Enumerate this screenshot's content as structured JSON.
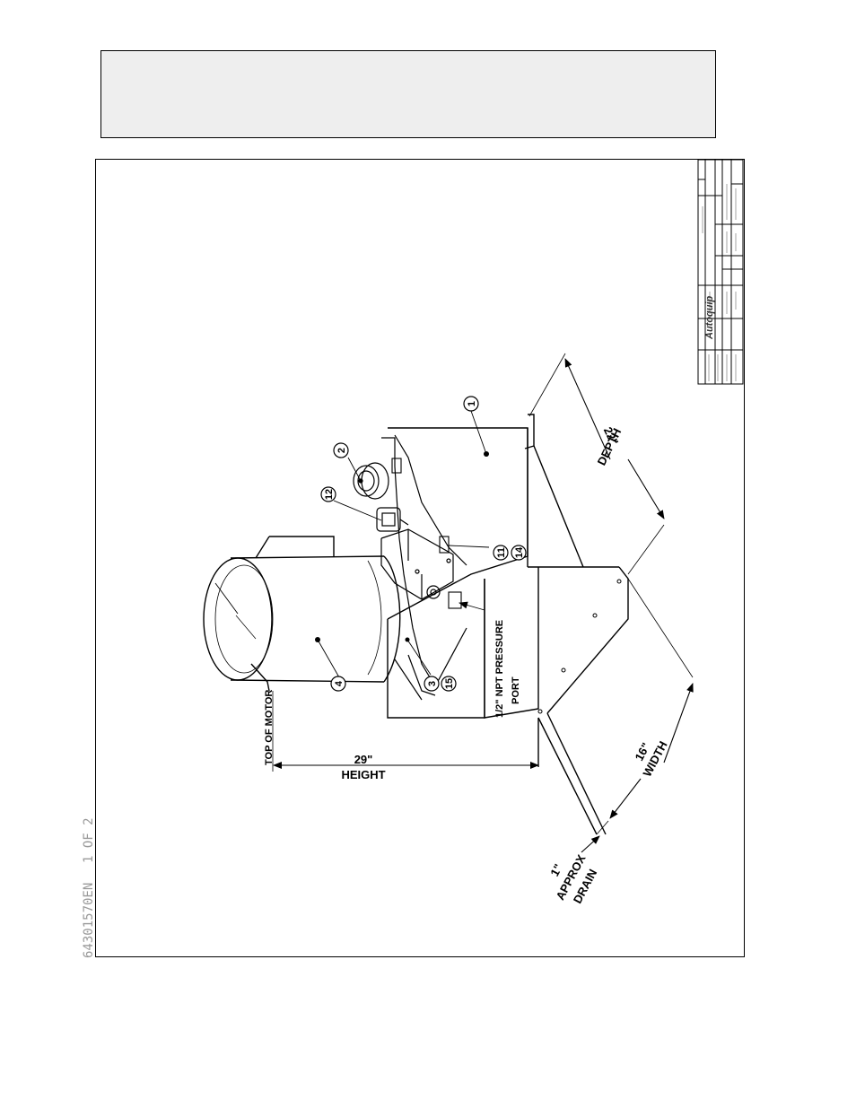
{
  "document": {
    "side_stamp_number": "64301570EN",
    "side_stamp_page": "1 OF 2"
  },
  "callouts": {
    "c1": "1",
    "c2": "2",
    "c3": "3",
    "c4": "4",
    "c11": "11",
    "c12": "12",
    "c14": "14",
    "c15": "15"
  },
  "labels": {
    "top_of_motor": "TOP OF MOTOR",
    "height_value": "29\"",
    "height_word": "HEIGHT",
    "depth_value": "22\"",
    "depth_word": "DEPTH",
    "width_value": "16\"",
    "width_word": "WIDTH",
    "drain_value": "1\"",
    "drain_approx": "APPROX",
    "drain_word": "DRAIN",
    "port_line1": "1/2\" NPT PRESSURE",
    "port_line2": "PORT"
  },
  "title_block": {
    "brand": "Autoquip"
  }
}
